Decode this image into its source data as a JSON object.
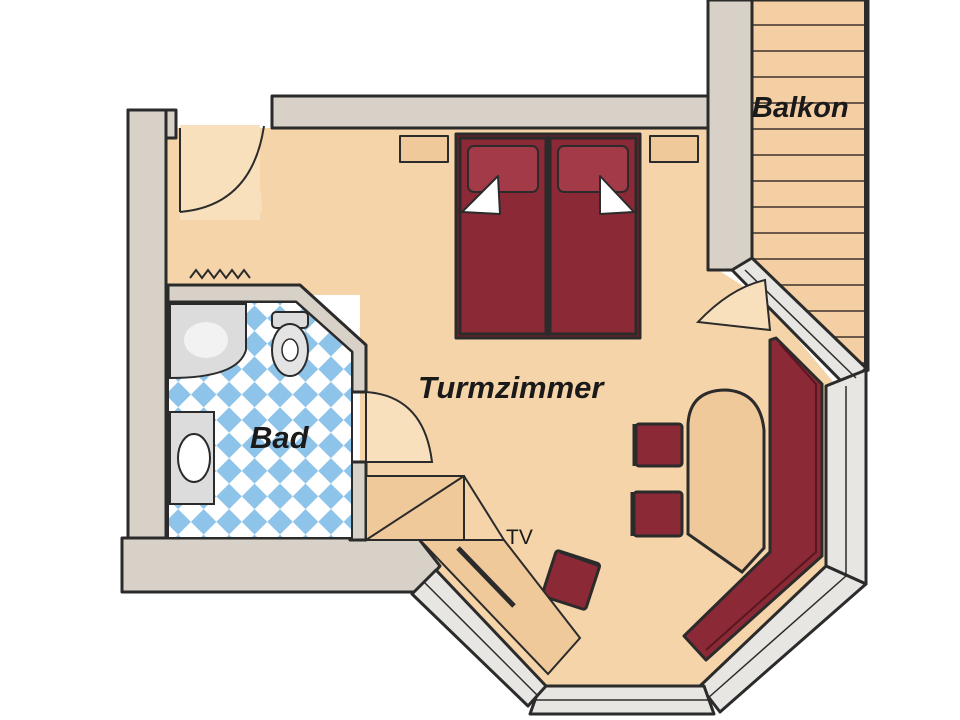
{
  "labels": {
    "room": "Turmzimmer",
    "bathroom": "Bad",
    "balcony": "Balkon",
    "tv": "TV"
  },
  "colors": {
    "floor": "#f6d4a9",
    "floor_light": "#f9e0bd",
    "wall": "#d8d1c8",
    "wall_outline": "#2b2b2b",
    "furniture": "#8b2a36",
    "wood": "#f0c99a",
    "tile_blue": "#8ec3ea",
    "tile_white": "#ffffff",
    "fixture": "#d6d6d6",
    "balcony_planks": "#f4cfa4"
  }
}
